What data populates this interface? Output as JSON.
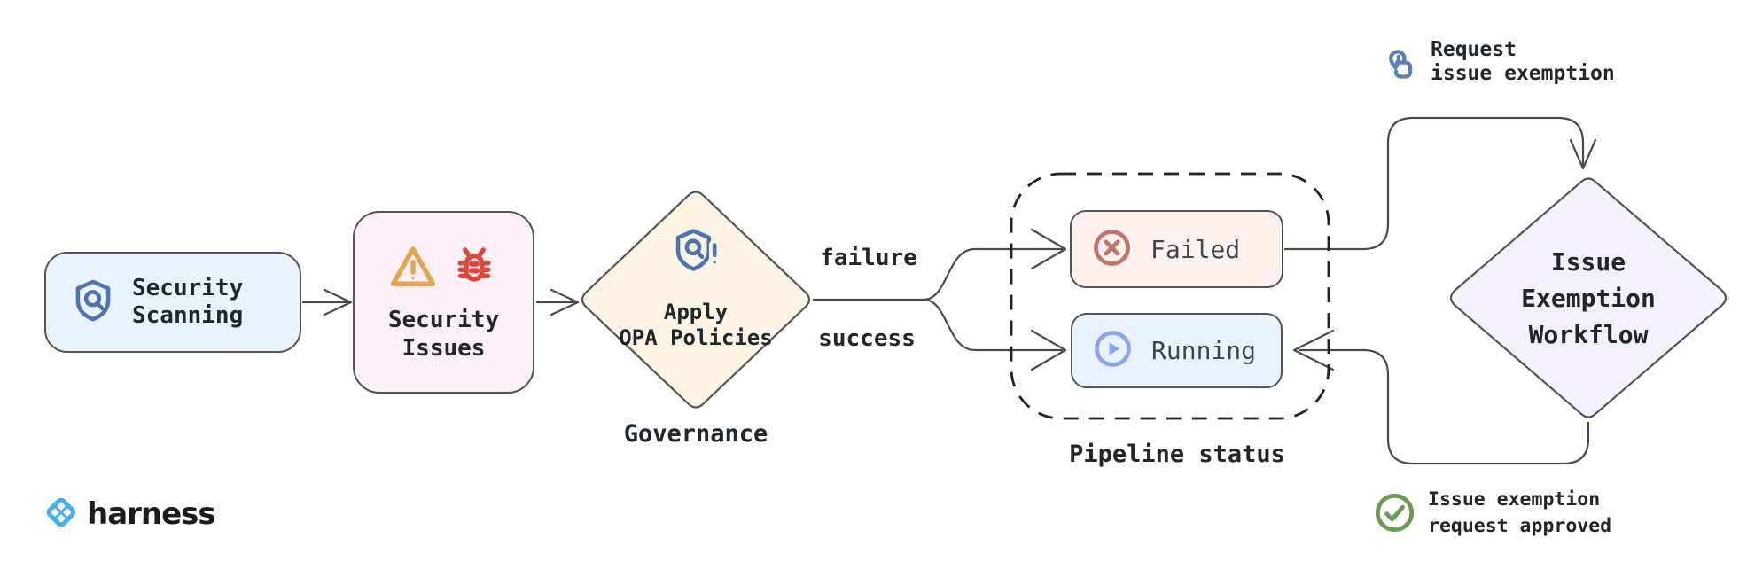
{
  "nodes": {
    "security_scanning": {
      "line1": "Security",
      "line2": "Scanning"
    },
    "security_issues": {
      "line1": "Security",
      "line2": "Issues"
    },
    "apply_opa": {
      "line1": "Apply",
      "line2": "OPA Policies",
      "caption": "Governance"
    },
    "failed": {
      "label": "Failed"
    },
    "running": {
      "label": "Running"
    },
    "pipeline_status_caption": "Pipeline status",
    "issue_exemption": {
      "line1": "Issue",
      "line2": "Exemption",
      "line3": "Workflow"
    }
  },
  "edges": {
    "failure_label": "failure",
    "success_label": "success",
    "request_line1": "Request",
    "request_line2": "issue exemption",
    "approved_line1": "Issue exemption",
    "approved_line2": "request approved"
  },
  "brand": {
    "wordmark": "harness"
  },
  "icons": {
    "security_scanning": "shield-search-icon",
    "security_issues": [
      "warning-triangle-icon",
      "bug-icon"
    ],
    "apply_opa": "shield-alert-icon",
    "failed": "circle-x-icon",
    "running": "circle-play-icon",
    "request": "tap-arrow-icon",
    "approved": "circle-check-icon",
    "brand": "harness-logo-icon"
  },
  "colors": {
    "node_border": "#545454",
    "connector": "#4b4b4b",
    "dashed_group_border": "#222222",
    "security_scanning_bg": "#eaf2fb",
    "security_issues_bg": "#fbf0f7",
    "apply_opa_bg": "#fcf3e5",
    "failed_bg": "#fcf1ef",
    "running_bg": "#e9f1fc",
    "issue_exemption_bg": "#f4f1fc",
    "shield_blue": "#4d74ad",
    "warning_orange": "#e5a34b",
    "bug_red": "#d9493c",
    "failed_red": "#c4736b",
    "running_blue": "#8da4ea",
    "request_blue": "#5b7fb7",
    "approved_green": "#6a9b55",
    "harness_blue": "#41aff4",
    "text": "#21262b"
  }
}
